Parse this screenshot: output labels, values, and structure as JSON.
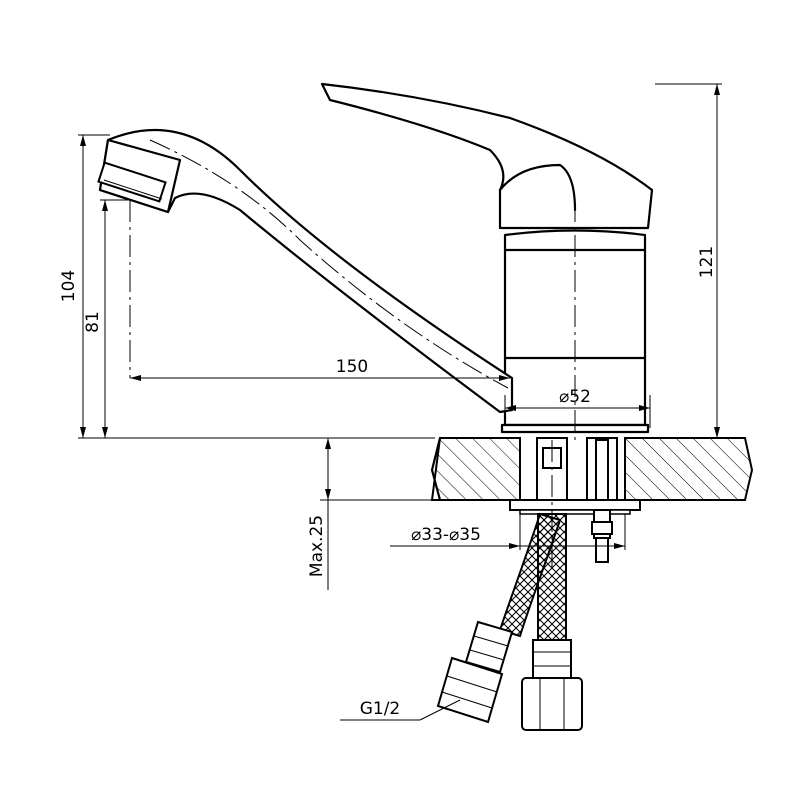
{
  "dimensions": {
    "spout_total_height": "104",
    "spout_outlet_height": "81",
    "spout_reach": "150",
    "body_height": "121",
    "body_diameter": "⌀52",
    "hole_diameter": "⌀33-⌀35",
    "max_counter_thickness": "Max.25",
    "hose_thread": "G1/2"
  }
}
